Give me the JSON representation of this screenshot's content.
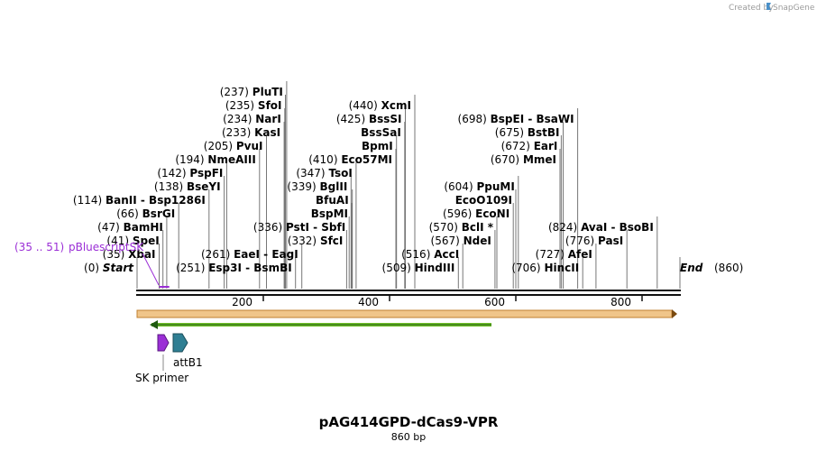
{
  "credit": {
    "text": "Created by",
    "brand": "SnapGene"
  },
  "title": "pAG414GPD-dCas9-VPR",
  "length": "860 bp",
  "ends": {
    "start_label": "Start",
    "start_pos": "(0)",
    "end_label": "End",
    "end_pos": "(860)"
  },
  "total_bp": 860,
  "ruler": [
    200,
    400,
    600,
    800
  ],
  "colors": {
    "backbone": "#111111",
    "feature_orange": "#f0c58a",
    "feature_border": "#c08030",
    "green_arrow": "#6fbf2a",
    "sk_primer": "#9b2fd6",
    "attb1": "#2f7f93",
    "region": "#9b2fd6"
  },
  "region": {
    "range": "(35 .. 51)",
    "name": "pBluescriptSK",
    "start": 35,
    "end": 51
  },
  "sites": [
    {
      "pos": "(0)",
      "bp": 0,
      "name": "Start",
      "italic": true,
      "row": 0,
      "side": "L"
    },
    {
      "pos": "(35)",
      "bp": 35,
      "name": "XbaI",
      "row": 1,
      "side": "L"
    },
    {
      "pos": "(41)",
      "bp": 41,
      "name": "SpeI",
      "row": 2,
      "side": "L"
    },
    {
      "pos": "(47)",
      "bp": 47,
      "name": "BamHI",
      "row": 3,
      "side": "L"
    },
    {
      "pos": "(66)",
      "bp": 66,
      "name": "BsrGI",
      "row": 4,
      "side": "L"
    },
    {
      "pos": "(114)",
      "bp": 114,
      "name": "BanII - Bsp1286I",
      "row": 5,
      "side": "L"
    },
    {
      "pos": "(138)",
      "bp": 138,
      "name": "BseYI",
      "row": 6,
      "side": "L"
    },
    {
      "pos": "(142)",
      "bp": 142,
      "name": "PspFI",
      "row": 7,
      "side": "L"
    },
    {
      "pos": "(194)",
      "bp": 194,
      "name": "NmeAIII",
      "row": 8,
      "side": "L"
    },
    {
      "pos": "(205)",
      "bp": 205,
      "name": "PvuI",
      "row": 9,
      "side": "L"
    },
    {
      "pos": "(233)",
      "bp": 233,
      "name": "KasI",
      "row": 10,
      "side": "L"
    },
    {
      "pos": "(234)",
      "bp": 234,
      "name": "NarI",
      "row": 11,
      "side": "L"
    },
    {
      "pos": "(235)",
      "bp": 235,
      "name": "SfoI",
      "row": 12,
      "side": "L"
    },
    {
      "pos": "(237)",
      "bp": 237,
      "name": "PluTI",
      "row": 13,
      "side": "L"
    },
    {
      "pos": "(251)",
      "bp": 251,
      "name": "Esp3I - BsmBI",
      "row": 0,
      "side": "L"
    },
    {
      "pos": "(261)",
      "bp": 261,
      "name": "EaeI - EagI",
      "row": 1,
      "side": "L"
    },
    {
      "pos": "(332)",
      "bp": 332,
      "name": "SfcI",
      "row": 2,
      "side": "L"
    },
    {
      "pos": "(336)",
      "bp": 336,
      "name": "PstI - SbfI",
      "row": 3,
      "side": "L"
    },
    {
      "pos": "",
      "bp": 340,
      "name": "BspMI",
      "row": 4,
      "side": "L"
    },
    {
      "pos": "",
      "bp": 341,
      "name": "BfuAI",
      "row": 5,
      "side": "L"
    },
    {
      "pos": "(339)",
      "bp": 339,
      "name": "BglII",
      "row": 6,
      "side": "L"
    },
    {
      "pos": "(347)",
      "bp": 347,
      "name": "TsoI",
      "row": 7,
      "side": "L"
    },
    {
      "pos": "(410)",
      "bp": 410,
      "name": "Eco57MI",
      "row": 8,
      "side": "L"
    },
    {
      "pos": "",
      "bp": 411,
      "name": "BpmI",
      "row": 9,
      "side": "L"
    },
    {
      "pos": "",
      "bp": 424,
      "name": "BssSaI",
      "row": 10,
      "side": "L"
    },
    {
      "pos": "(425)",
      "bp": 425,
      "name": "BssSI",
      "row": 11,
      "side": "L"
    },
    {
      "pos": "(440)",
      "bp": 440,
      "name": "XcmI",
      "row": 12,
      "side": "L"
    },
    {
      "pos": "(509)",
      "bp": 509,
      "name": "HindIII",
      "row": 0,
      "side": "L"
    },
    {
      "pos": "(516)",
      "bp": 516,
      "name": "AccI",
      "row": 1,
      "side": "L"
    },
    {
      "pos": "(567)",
      "bp": 567,
      "name": "NdeI",
      "row": 2,
      "side": "L"
    },
    {
      "pos": "(570)",
      "bp": 570,
      "name": "BclI *",
      "row": 3,
      "side": "L"
    },
    {
      "pos": "(596)",
      "bp": 596,
      "name": "EcoNI",
      "row": 4,
      "side": "L"
    },
    {
      "pos": "",
      "bp": 600,
      "name": "EcoO109I",
      "row": 5,
      "side": "L"
    },
    {
      "pos": "(604)",
      "bp": 604,
      "name": "PpuMI",
      "row": 6,
      "side": "L"
    },
    {
      "pos": "(670)",
      "bp": 670,
      "name": "MmeI",
      "row": 8,
      "side": "L"
    },
    {
      "pos": "(672)",
      "bp": 672,
      "name": "EarI",
      "row": 9,
      "side": "L"
    },
    {
      "pos": "(675)",
      "bp": 675,
      "name": "BstBI",
      "row": 10,
      "side": "L"
    },
    {
      "pos": "(698)",
      "bp": 698,
      "name": "BspEI - BsaWI",
      "row": 11,
      "side": "L"
    },
    {
      "pos": "(706)",
      "bp": 706,
      "name": "HincII",
      "row": 0,
      "side": "L"
    },
    {
      "pos": "(727)",
      "bp": 727,
      "name": "AfeI",
      "row": 1,
      "side": "L"
    },
    {
      "pos": "(776)",
      "bp": 776,
      "name": "PasI",
      "row": 2,
      "side": "L"
    },
    {
      "pos": "(824)",
      "bp": 824,
      "name": "AvaI - BsoBI",
      "row": 3,
      "side": "L"
    }
  ],
  "features": [
    {
      "name": "SK primer",
      "color": "#9b2fd6"
    },
    {
      "name": "attB1",
      "color": "#2f7f93"
    }
  ]
}
